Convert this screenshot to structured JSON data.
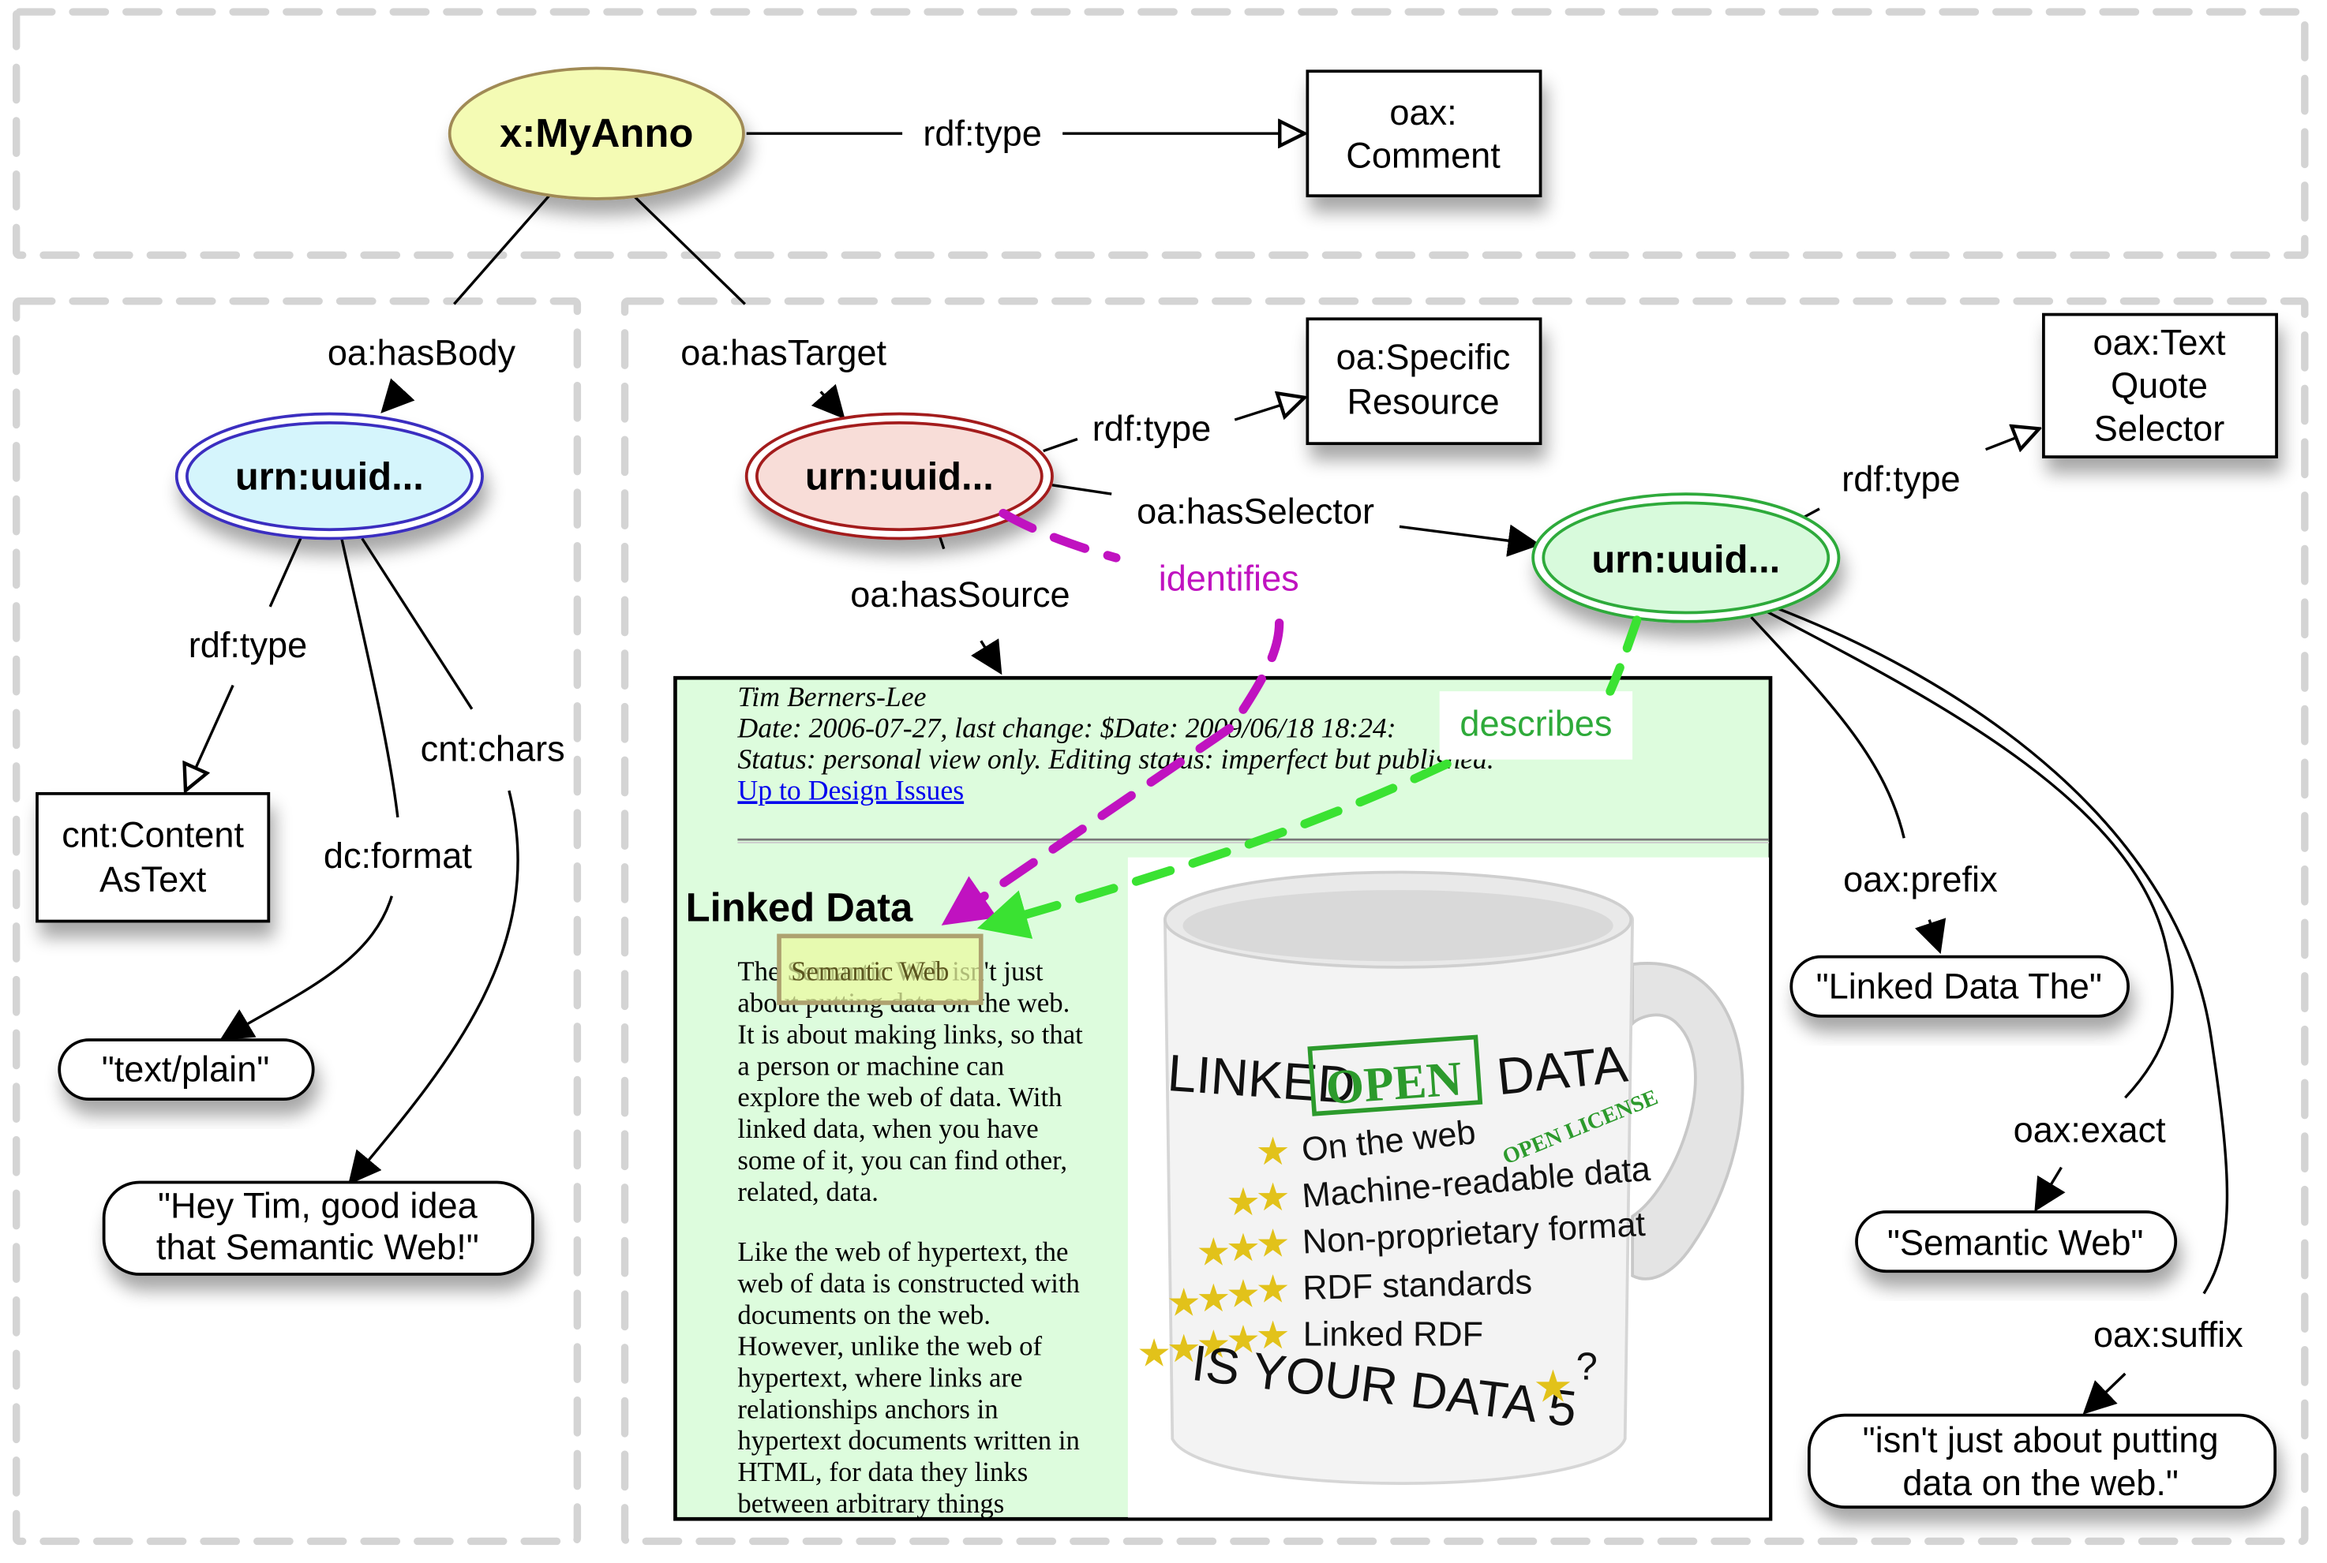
{
  "diagram": {
    "annotation": {
      "label": "x:MyAnno",
      "type_edge": "rdf:type",
      "type": "oax:\nComment",
      "type_lines": [
        "oax:",
        "Comment"
      ]
    },
    "edges": {
      "has_body": "oa:hasBody",
      "has_target": "oa:hasTarget",
      "target_type": "rdf:type",
      "has_selector": "oa:hasSelector",
      "has_source": "oa:hasSource",
      "selector_type": "rdf:type",
      "body_type": "rdf:type",
      "dc_format": "dc:format",
      "cnt_chars": "cnt:chars",
      "prefix": "oax:prefix",
      "exact": "oax:exact",
      "suffix": "oax:suffix",
      "identifies": "identifies",
      "describes": "describes"
    },
    "body": {
      "label": "urn:uuid...",
      "type_lines": [
        "cnt:Content",
        "AsText"
      ],
      "format": "\"text/plain\"",
      "chars_lines": [
        "\"Hey Tim, good idea",
        "that Semantic Web!\""
      ]
    },
    "target": {
      "label": "urn:uuid...",
      "type_lines": [
        "oa:Specific",
        "Resource"
      ]
    },
    "selector": {
      "label": "urn:uuid...",
      "type_lines": [
        "oax:Text",
        "Quote",
        "Selector"
      ],
      "prefix": "\"Linked Data The\"",
      "exact": "\"Semantic Web\"",
      "suffix_lines": [
        "\"isn't just about putting",
        "data on the web.\""
      ]
    },
    "colors": {
      "anno_fill": "#f4fbb4",
      "anno_stroke": "#a08a55",
      "body_fill": "#d5f5fc",
      "body_stroke": "#3a2fc0",
      "target_fill": "#f8ddd8",
      "target_stroke": "#a31a1e",
      "selector_fill": "#d8fadc",
      "selector_stroke": "#2eaa3a",
      "identifies": "#c012c0",
      "describes": "#3ae232",
      "source_bg": "#ddfcdd",
      "highlight": "#eaf9a0"
    }
  },
  "source_document": {
    "author": "Tim Berners-Lee",
    "date_line": "Date: 2006-07-27, last change: $Date: 2009/06/18 18:24:",
    "status_line": "Status: personal view only. Editing status: imperfect but published.",
    "link": "Up to Design Issues",
    "heading": "Linked Data",
    "highlight": "Semantic Web",
    "para1_lines": [
      "The Semantic Web isn't just",
      "about putting data on the web.",
      "It is about making links, so that",
      "a person or machine can",
      "explore the web of data.  With",
      "linked data, when you have",
      "some of it, you can find other,",
      "related, data."
    ],
    "para2_lines": [
      "Like the web of hypertext, the",
      "web of data is constructed with",
      "documents on the web.",
      "However,  unlike the web of",
      "hypertext,  where links are",
      "relationships anchors in",
      "hypertext documents written in",
      "HTML, for data they links",
      "between arbitrary things"
    ],
    "mug": {
      "title_left": "LINKED",
      "title_stamp": "OPEN",
      "title_right": "DATA",
      "side_stamp": "OPEN LICENSE",
      "rows": [
        {
          "stars": 1,
          "text": "On the web"
        },
        {
          "stars": 2,
          "text": "Machine-readable data"
        },
        {
          "stars": 3,
          "text": "Non-proprietary format"
        },
        {
          "stars": 4,
          "text": "RDF standards"
        },
        {
          "stars": 5,
          "text": "Linked RDF"
        }
      ],
      "question": "IS YOUR DATA 5",
      "question_end": "?"
    }
  }
}
